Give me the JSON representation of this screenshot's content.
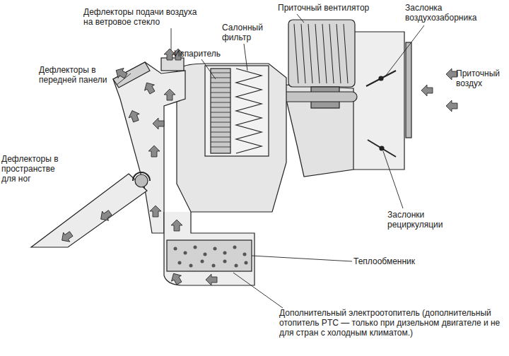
{
  "diagram": {
    "labels": [
      "Дефлекторы подачи воздуха на ветровое стекло",
      "Приточный вентилятор",
      "Заслонка воздухозаборника",
      "Салонный фильтр",
      "Испаритель",
      "Дефлекторы в передней панели",
      "Приточный воздух",
      "Дефлекторы в пространстве для ног",
      "Заслонки рециркуляции",
      "Теплообменник",
      "Дополнительный электроотопитель (дополнительный отопитель PTC — только при дизельном двигателе и не для стран с холодным климатом.)"
    ]
  }
}
